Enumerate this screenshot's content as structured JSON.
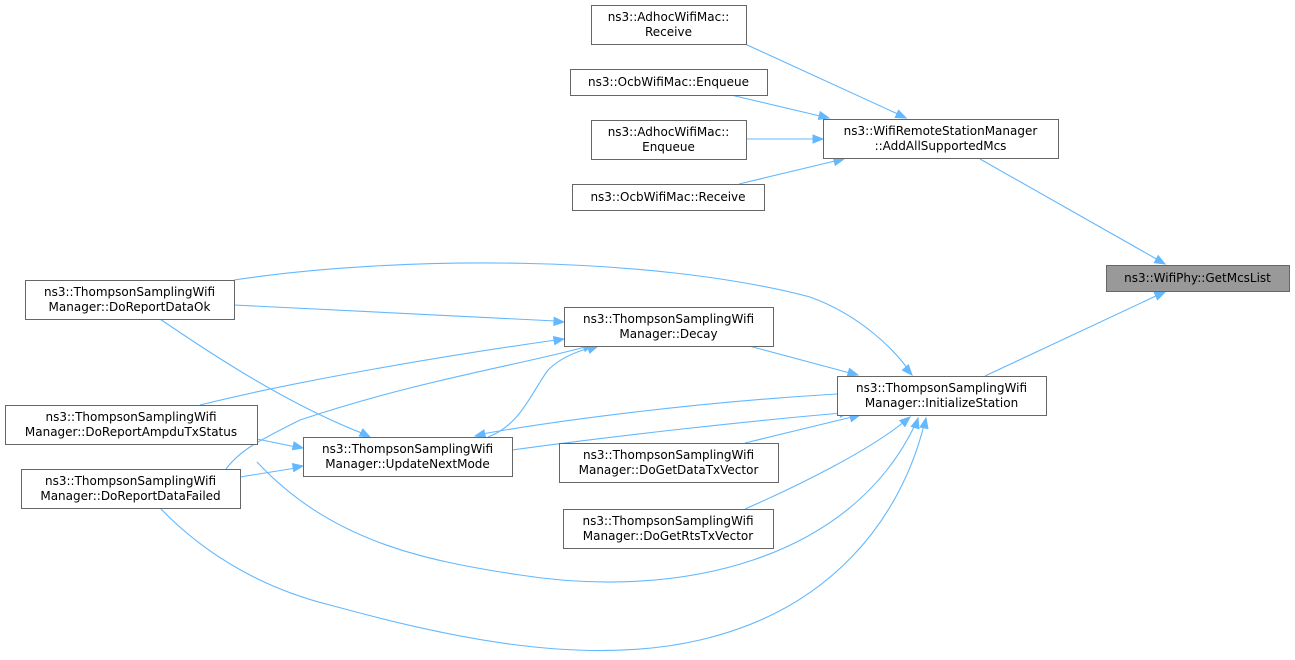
{
  "graph": {
    "nodes": {
      "getmcslist": {
        "lines": [
          "ns3::WifiPhy::GetMcsList"
        ]
      },
      "addallsupportedmcs": {
        "lines": [
          "ns3::WifiRemoteStationManager",
          "::AddAllSupportedMcs"
        ]
      },
      "adhoc_receive": {
        "lines": [
          "ns3::AdhocWifiMac::",
          "Receive"
        ]
      },
      "ocb_enqueue": {
        "lines": [
          "ns3::OcbWifiMac::Enqueue"
        ]
      },
      "adhoc_enqueue": {
        "lines": [
          "ns3::AdhocWifiMac::",
          "Enqueue"
        ]
      },
      "ocb_receive": {
        "lines": [
          "ns3::OcbWifiMac::Receive"
        ]
      },
      "initializestation": {
        "lines": [
          "ns3::ThompsonSamplingWifi",
          "Manager::InitializeStation"
        ]
      },
      "decay": {
        "lines": [
          "ns3::ThompsonSamplingWifi",
          "Manager::Decay"
        ]
      },
      "updatenextmode": {
        "lines": [
          "ns3::ThompsonSamplingWifi",
          "Manager::UpdateNextMode"
        ]
      },
      "doreportdataok": {
        "lines": [
          "ns3::ThompsonSamplingWifi",
          "Manager::DoReportDataOk"
        ]
      },
      "doreportampdutxstatus": {
        "lines": [
          "ns3::ThompsonSamplingWifi",
          "Manager::DoReportAmpduTxStatus"
        ]
      },
      "doreportdatafailed": {
        "lines": [
          "ns3::ThompsonSamplingWifi",
          "Manager::DoReportDataFailed"
        ]
      },
      "dogetdatatxvector": {
        "lines": [
          "ns3::ThompsonSamplingWifi",
          "Manager::DoGetDataTxVector"
        ]
      },
      "dogetrtstxvector": {
        "lines": [
          "ns3::ThompsonSamplingWifi",
          "Manager::DoGetRtsTxVector"
        ]
      }
    }
  },
  "colors": {
    "edge": "#63b8ff",
    "root_fill": "#999999",
    "node_border": "#666666"
  }
}
